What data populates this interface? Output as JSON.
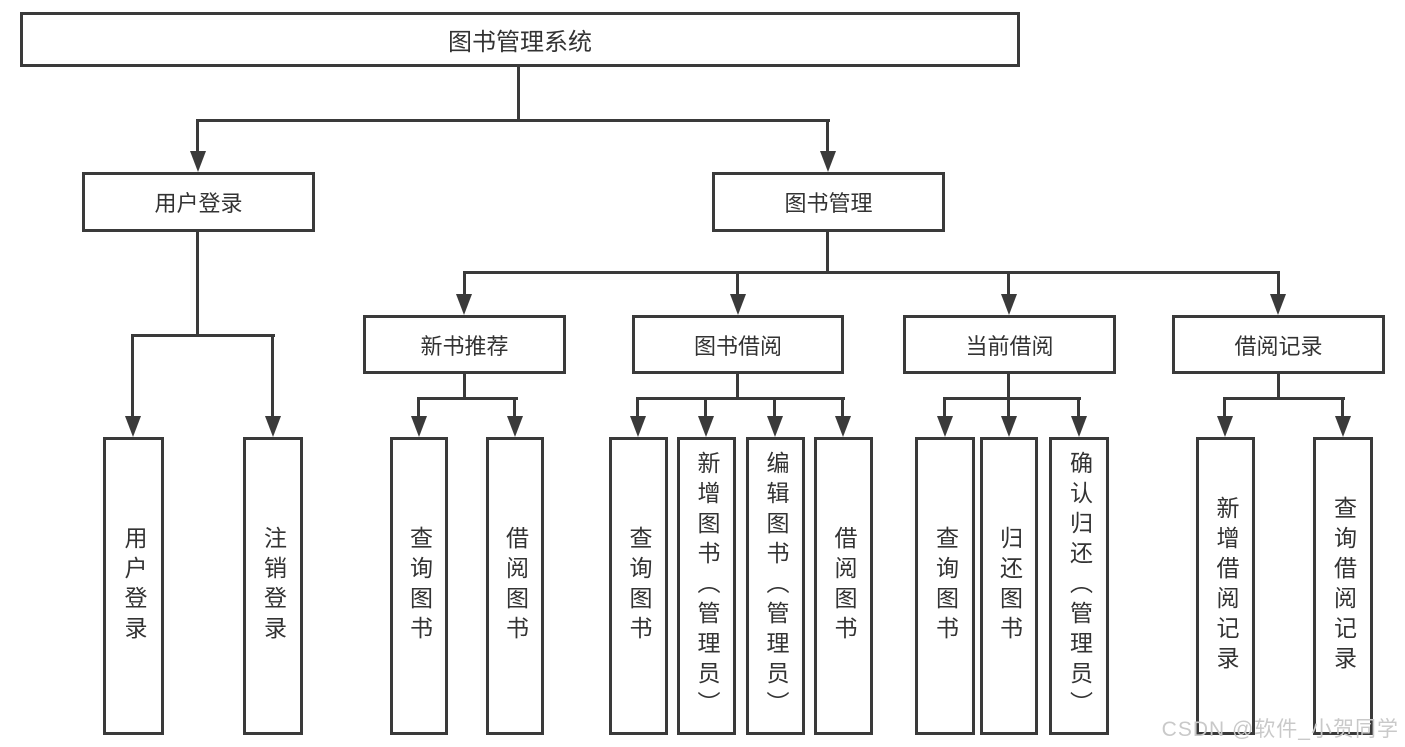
{
  "diagram_title": "图书管理系统",
  "tree": {
    "label": "图书管理系统",
    "children": [
      {
        "label": "用户登录",
        "children": [
          {
            "label": "用户登录"
          },
          {
            "label": "注销登录"
          }
        ]
      },
      {
        "label": "图书管理",
        "children": [
          {
            "label": "新书推荐",
            "children": [
              {
                "label": "查询图书"
              },
              {
                "label": "借阅图书"
              }
            ]
          },
          {
            "label": "图书借阅",
            "children": [
              {
                "label": "查询图书"
              },
              {
                "label": "新增图书（管理员）"
              },
              {
                "label": "编辑图书（管理员）"
              },
              {
                "label": "借阅图书"
              }
            ]
          },
          {
            "label": "当前借阅",
            "children": [
              {
                "label": "查询图书"
              },
              {
                "label": "归还图书"
              },
              {
                "label": "确认归还（管理员）"
              }
            ]
          },
          {
            "label": "借阅记录",
            "children": [
              {
                "label": "新增借阅记录"
              },
              {
                "label": "查询借阅记录"
              }
            ]
          }
        ]
      }
    ]
  },
  "watermark": {
    "text": "CSDN @软件_小贺同学"
  },
  "colors": {
    "background": "#ffffff",
    "box_border": "#3a3a3a",
    "box_bg": "#ffffff",
    "connector_line": "#3a3a3a",
    "text": "#333333",
    "watermark": "#c9c9c9"
  }
}
